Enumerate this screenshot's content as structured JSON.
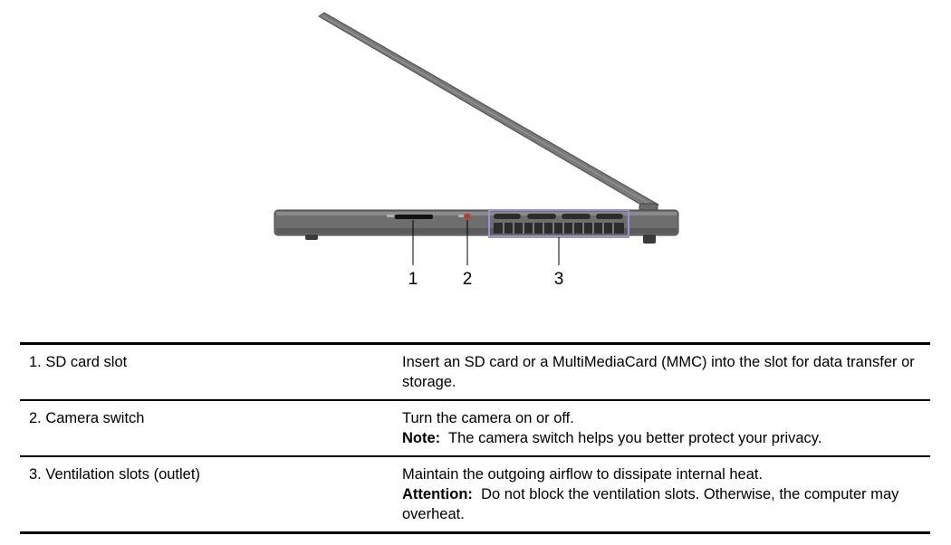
{
  "callouts": [
    "1",
    "2",
    "3"
  ],
  "rows": [
    {
      "feature": "1. SD card slot",
      "description": "Insert an SD card or a MultiMediaCard (MMC) into the slot for data transfer or storage.",
      "note_label": "",
      "note_text": ""
    },
    {
      "feature": "2. Camera switch",
      "description": "Turn the camera on or off.",
      "note_label": "Note:",
      "note_text": "The camera switch helps you better protect your privacy."
    },
    {
      "feature": "3. Ventilation slots (outlet)",
      "description": "Maintain the outgoing airflow to dissipate internal heat.",
      "note_label": "Attention:",
      "note_text": "Do not block the ventilation slots. Otherwise, the computer may overheat."
    }
  ],
  "colors": {
    "chassis": "#6e6e6e",
    "lid": "#7a7a7a",
    "highlight": "#9b8fd6",
    "switch_red": "#c0392b"
  }
}
